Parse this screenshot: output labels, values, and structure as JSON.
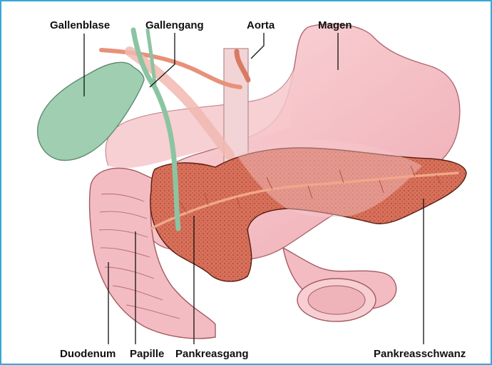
{
  "labels": {
    "gallbladder": "Gallenblase",
    "bile_duct": "Gallengang",
    "aorta": "Aorta",
    "stomach": "Magen",
    "duodenum": "Duodenum",
    "papilla": "Papille",
    "pancreatic_duct": "Pankreasgang",
    "pancreas_tail": "Pankreasschwanz"
  },
  "colors": {
    "frame": "#3aa7d6",
    "stomach": "#f6c8cc",
    "duodenum": "#f3bcc2",
    "pancreas": "#d8705a",
    "gallbladder": "#9fcfb0",
    "vessel": "#e8917a"
  }
}
